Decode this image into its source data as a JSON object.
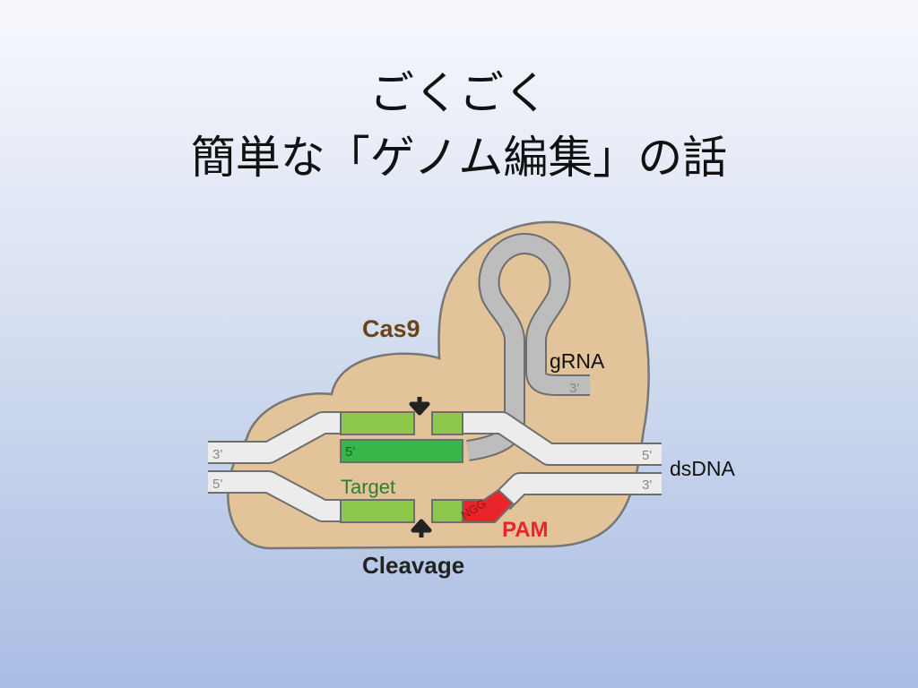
{
  "slide": {
    "title_line1": "ごくごく",
    "title_line2": "簡単な「ゲノム編集」の話"
  },
  "diagram": {
    "cas9_label": "Cas9",
    "grna_label": "gRNA",
    "grna_end_label": "3'",
    "target_label": "Target",
    "dsdna_label": "dsDNA",
    "pam_label": "PAM",
    "pam_sequence": "NGG",
    "cleavage_label": "Cleavage",
    "top_strand_left_end": "3'",
    "top_strand_right_end": "5'",
    "bottom_strand_left_end": "5'",
    "bottom_strand_right_end": "3'",
    "grna_spacer_end": "5'"
  },
  "colors": {
    "cas9_fill": "#e3c399",
    "cas9_label": "#6b4318",
    "dna_strand": "#ececec",
    "grna": "#bdbdbd",
    "target_light_green": "#8cc84b",
    "spacer_green": "#3ab54a",
    "target_text_green": "#2e7d32",
    "pam_red": "#e8252b"
  }
}
